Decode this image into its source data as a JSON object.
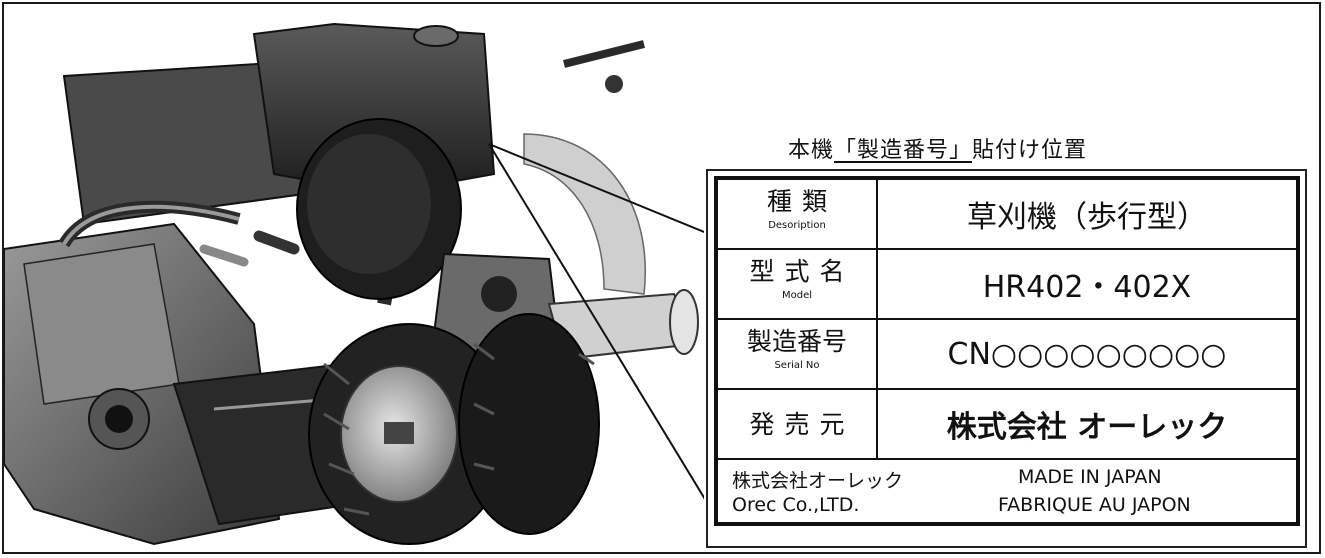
{
  "caption": {
    "prefix": "本機",
    "underlined": "「製造番号」",
    "suffix": "貼付け位置"
  },
  "plate": {
    "rows": [
      {
        "label": "種類",
        "sub": "Desoription",
        "value": "草刈機（歩行型）"
      },
      {
        "label": "型式名",
        "sub": "Model",
        "value": "HR402・402X"
      },
      {
        "label": "製造番号",
        "sub": "Serial No",
        "value": "CN○○○○○○○○○"
      },
      {
        "label": "発売元",
        "sub": "",
        "value": "株式会社 オーレック"
      }
    ],
    "footer": {
      "company_jp": "株式会社オーレック",
      "made_in": "MADE IN JAPAN",
      "company_en": "Orec Co.,LTD.",
      "fabrique": "FABRIQUE AU  JAPON"
    }
  }
}
